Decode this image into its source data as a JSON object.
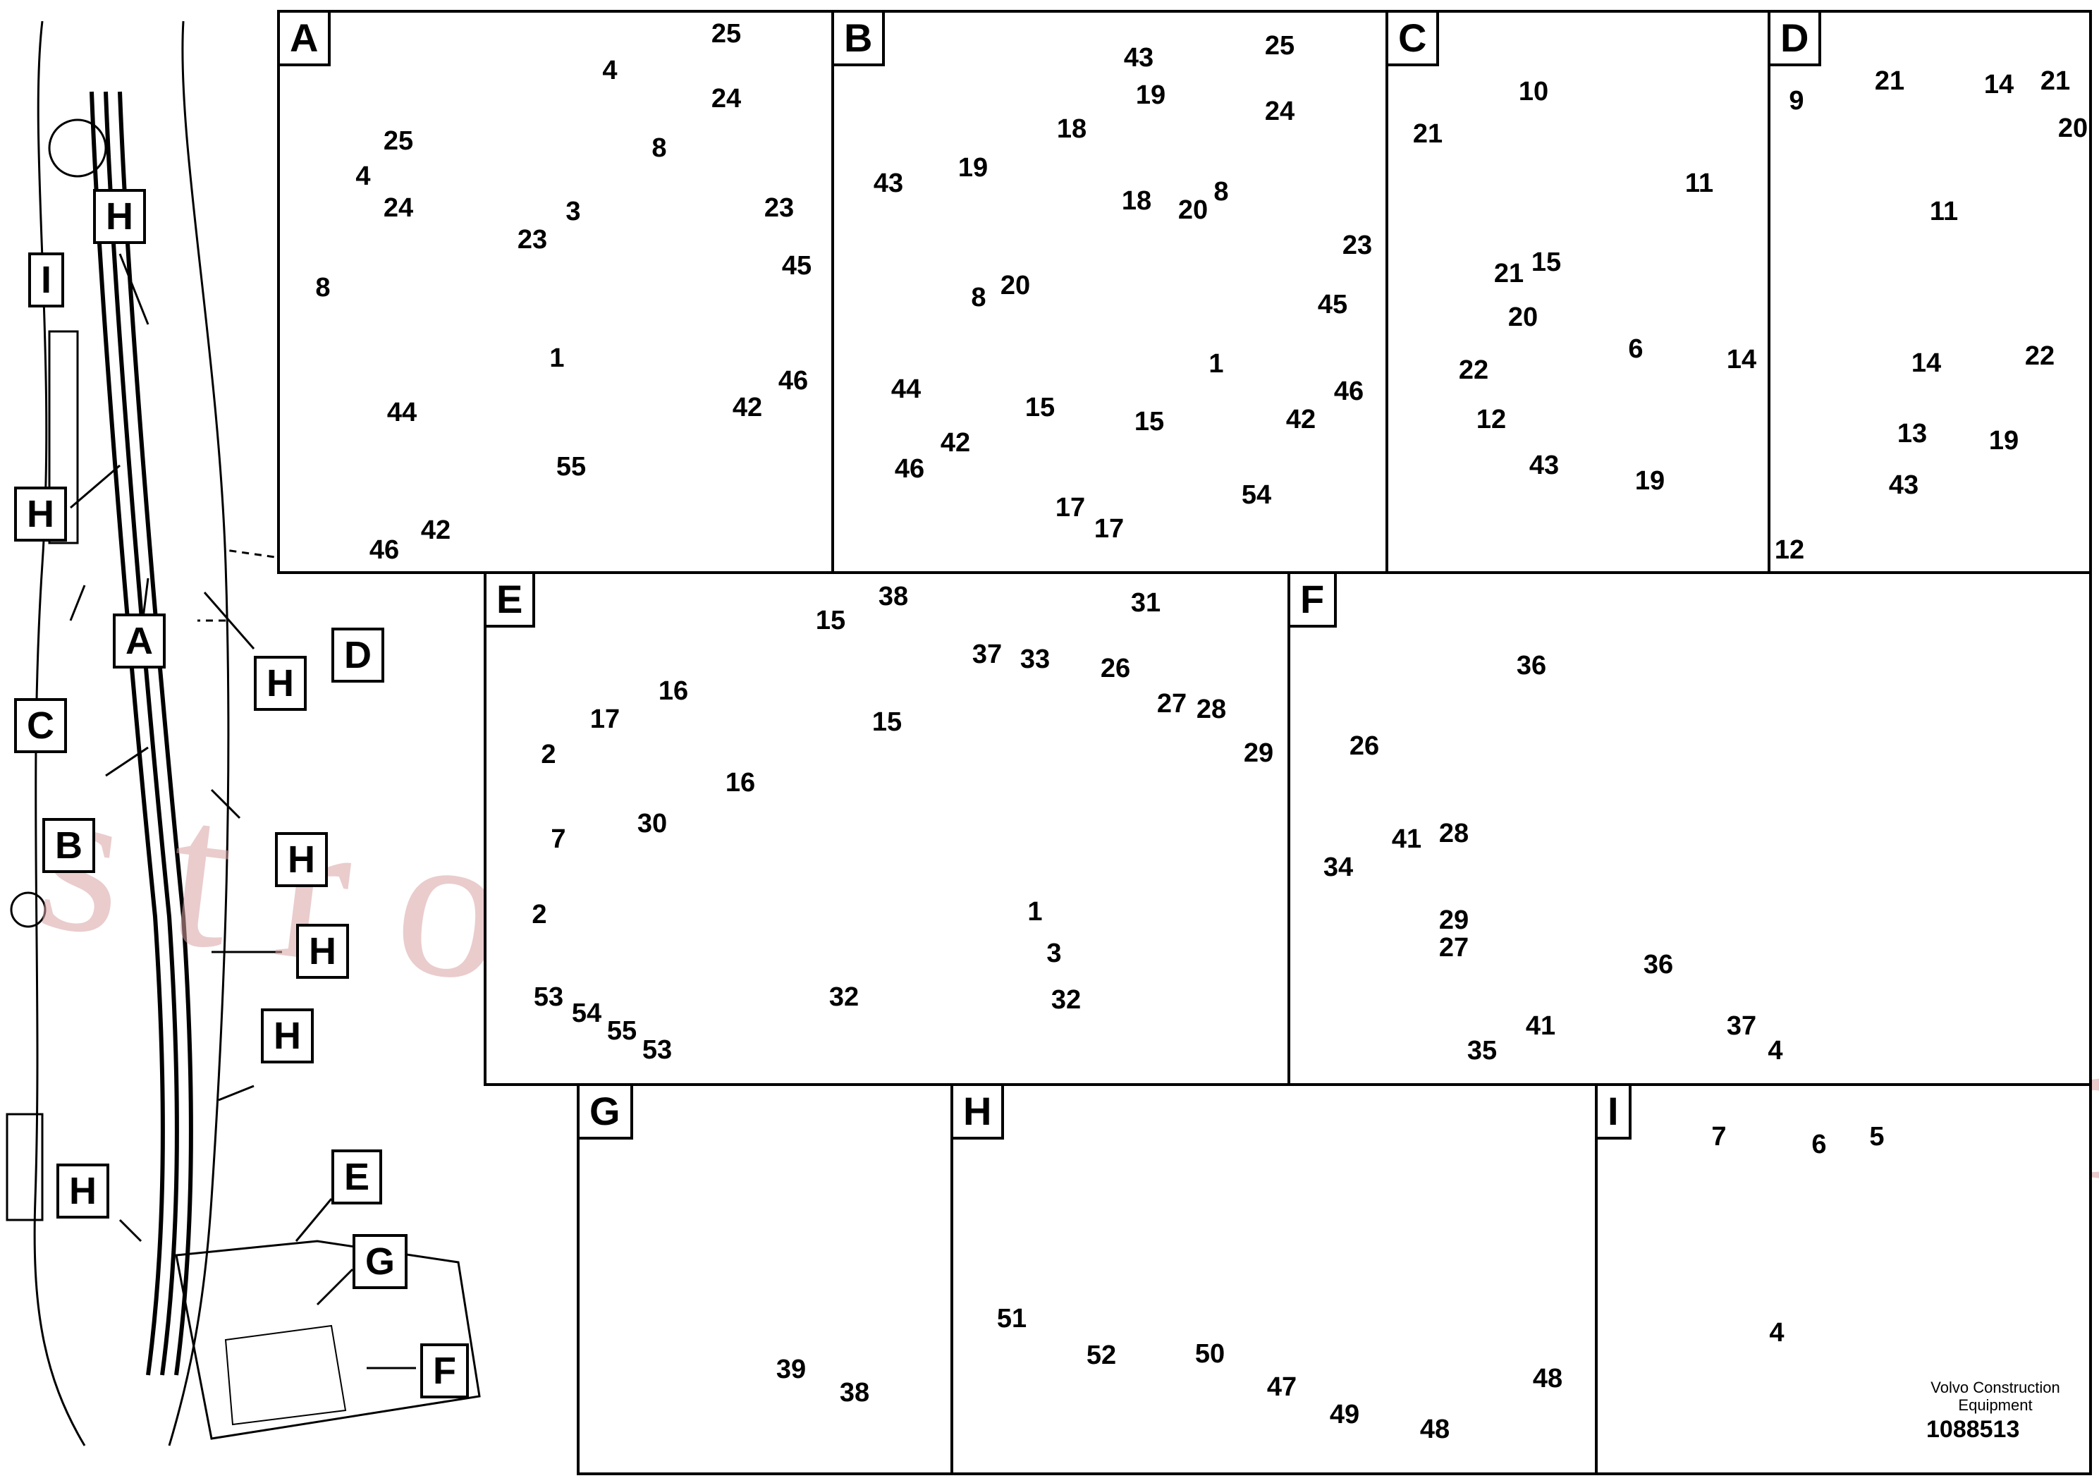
{
  "panels": {
    "A": {
      "letter": "A"
    },
    "B": {
      "letter": "B"
    },
    "C": {
      "letter": "C"
    },
    "D": {
      "letter": "D"
    },
    "E": {
      "letter": "E"
    },
    "F": {
      "letter": "F"
    },
    "G": {
      "letter": "G"
    },
    "H": {
      "letter": "H"
    },
    "I": {
      "letter": "I"
    }
  },
  "overview_tags": {
    "H": "H",
    "I": "I",
    "A": "A",
    "B": "B",
    "C": "C",
    "D": "D",
    "E": "E",
    "F": "F",
    "G": "G"
  },
  "callouts": {
    "A": [
      "25",
      "4",
      "24",
      "25",
      "8",
      "24",
      "23",
      "3",
      "23",
      "4",
      "45",
      "8",
      "1",
      "46",
      "42",
      "44",
      "55",
      "46",
      "42"
    ],
    "B": [
      "43",
      "25",
      "19",
      "24",
      "18",
      "43",
      "19",
      "8",
      "18",
      "20",
      "23",
      "8",
      "20",
      "45",
      "1",
      "44",
      "15",
      "15",
      "46",
      "42",
      "42",
      "54",
      "17",
      "17",
      "46"
    ],
    "C": [
      "10",
      "21",
      "11",
      "21",
      "15",
      "20",
      "6",
      "14",
      "22",
      "12",
      "43",
      "19"
    ],
    "D": [
      "21",
      "21",
      "9",
      "14",
      "20",
      "11",
      "22",
      "14",
      "13",
      "19",
      "43",
      "12"
    ],
    "E": [
      "38",
      "31",
      "15",
      "37",
      "33",
      "26",
      "16",
      "27",
      "28",
      "17",
      "15",
      "29",
      "2",
      "16",
      "30",
      "7",
      "2",
      "1",
      "3",
      "53",
      "54",
      "32",
      "32",
      "55",
      "53"
    ],
    "F": [
      "36",
      "26",
      "28",
      "34",
      "41",
      "29",
      "27",
      "36",
      "35",
      "41",
      "37",
      "4"
    ],
    "G": [
      "39",
      "38"
    ],
    "H": [
      "51",
      "52",
      "50",
      "47",
      "49",
      "48",
      "48"
    ],
    "I": [
      "7",
      "6",
      "5",
      "4"
    ]
  },
  "watermark": "strongvolvo.com",
  "brand": {
    "line1": "Volvo Construction",
    "line2": "Equipment"
  },
  "document_number": "1088513"
}
